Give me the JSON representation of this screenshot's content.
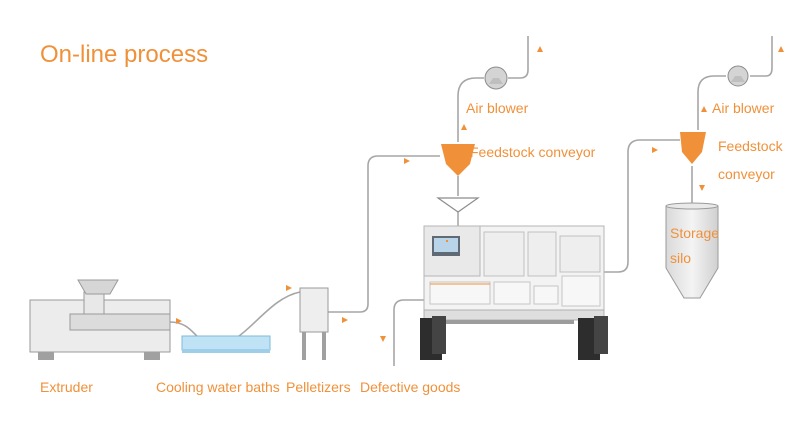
{
  "title": "On-line process",
  "colors": {
    "accent": "#f0913a",
    "pipe": "#a6a6a6",
    "equipment": "#e6e6e6",
    "equipment_edge": "#9a9a9a",
    "water": "#bfe3f5"
  },
  "labels": {
    "extruder": "Extruder",
    "cooling": "Cooling water baths",
    "pelletizers": "Pelletizers",
    "defective": "Defective goods",
    "air_blower_1": "Air blower",
    "feedstock_conveyor_1": "Feedstock conveyor",
    "air_blower_2": "Air blower",
    "feedstock_conveyor_2_line1": "Feedstock",
    "feedstock_conveyor_2_line2": "conveyor",
    "storage_line1": "Storage",
    "storage_line2": "silo"
  },
  "icons": [
    "blower-icon",
    "hopper-icon",
    "flow-arrow-icon"
  ]
}
